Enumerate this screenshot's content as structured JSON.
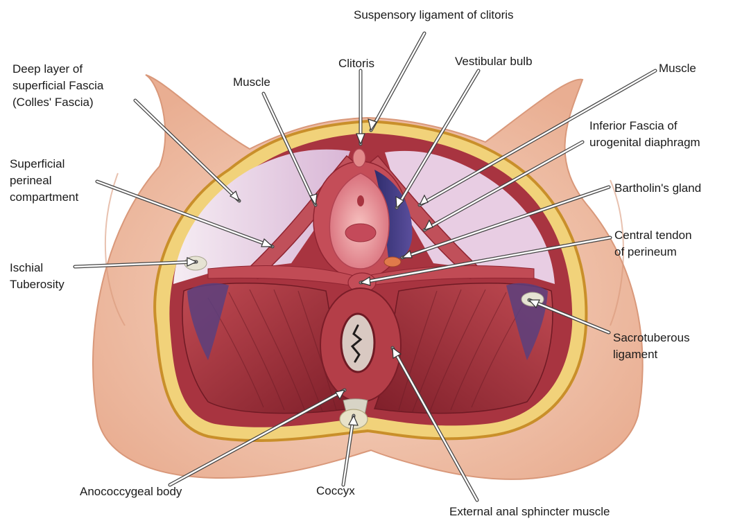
{
  "labels": {
    "suspensory_ligament": "Suspensory ligament of clitoris",
    "clitoris": "Clitoris",
    "vestibular_bulb": "Vestibular bulb",
    "muscle_right": "Muscle",
    "muscle_left": "Muscle",
    "deep_layer_colles": "Deep layer of\nsuperficial Fascia\n(Colles' Fascia)",
    "inferior_fascia": "Inferior Fascia of\nurogenital diaphragm",
    "superficial_perineal": "Superficial\nperineal\ncompartment",
    "bartholins_gland": "Bartholin's gland",
    "central_tendon": "Central tendon\nof perineum",
    "ischial_tuberosity": "Ischial\nTuberosity",
    "sacrotuberous": "Sacrotuberous\nligament",
    "anococcygeal": "Anococcygeal body",
    "coccyx": "Coccyx",
    "external_anal": "External anal sphincter muscle"
  },
  "colors": {
    "skin": "#f3c9b2",
    "skin_shadow": "#e3a88b",
    "fascia_rim": "#d9a544",
    "fascia_rim_fill": "#f1d27a",
    "membrane": "#e9d0e4",
    "membrane_light": "#f4e6ef",
    "muscle_dark": "#8f2431",
    "muscle_mid": "#b23a44",
    "muscle_light": "#d56a70",
    "vestibule": "#e9858f",
    "vestibule_inner": "#f3b6b6",
    "bulb": "#4a3f8a",
    "ligament": "#d9dbd6"
  }
}
